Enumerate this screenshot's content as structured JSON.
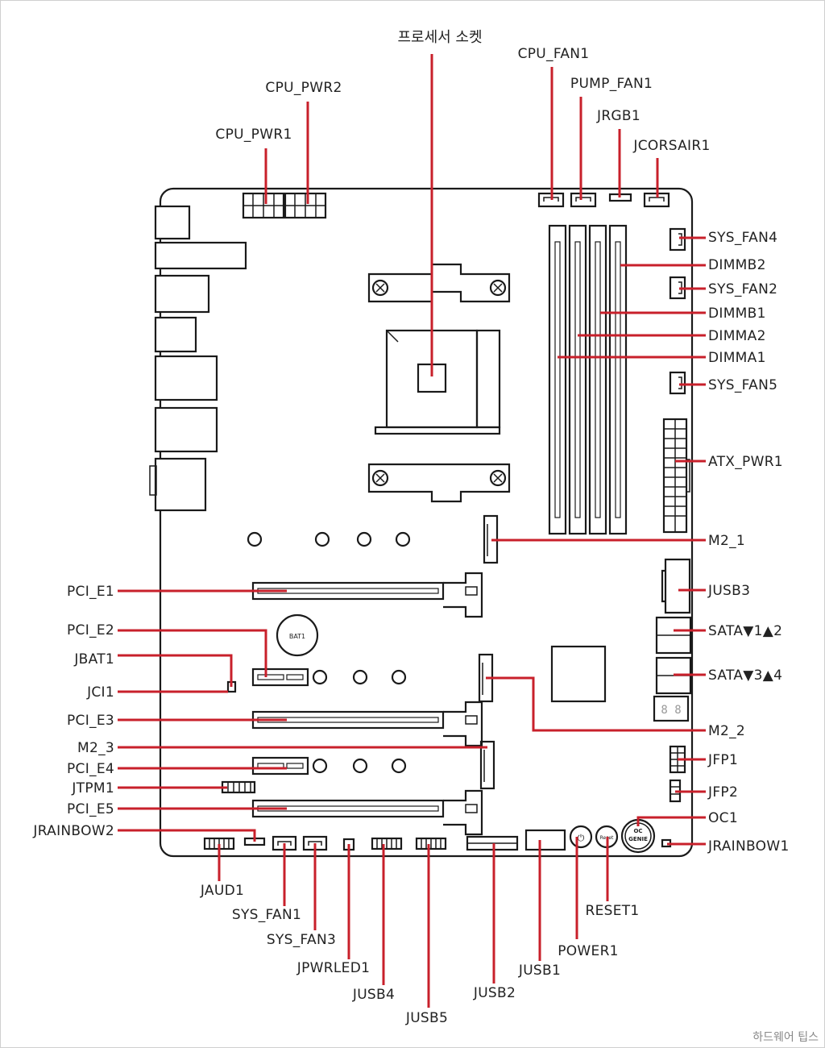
{
  "labels": {
    "cpu_socket": "프로세서 소켓",
    "cpu_fan1": "CPU_FAN1",
    "pump_fan1": "PUMP_FAN1",
    "cpu_pwr2": "CPU_PWR2",
    "cpu_pwr1": "CPU_PWR1",
    "jrgb1": "JRGB1",
    "jcorsair1": "JCORSAIR1",
    "sys_fan4": "SYS_FAN4",
    "dimmb2": "DIMMB2",
    "sys_fan2": "SYS_FAN2",
    "dimmb1": "DIMMB1",
    "dimma2": "DIMMA2",
    "dimma1": "DIMMA1",
    "sys_fan5": "SYS_FAN5",
    "atx_pwr1": "ATX_PWR1",
    "m2_1": "M2_1",
    "jusb3": "JUSB3",
    "sata12": "SATA▼1▲2",
    "sata34": "SATA▼3▲4",
    "m2_2": "M2_2",
    "jfp1": "JFP1",
    "jfp2": "JFP2",
    "oc1": "OC1",
    "jrainbow1": "JRAINBOW1",
    "pci_e1": "PCI_E1",
    "pci_e2": "PCI_E2",
    "jbat1": "JBAT1",
    "jci1": "JCI1",
    "pci_e3": "PCI_E3",
    "m2_3": "M2_3",
    "pci_e4": "PCI_E4",
    "jtpm1": "JTPM1",
    "pci_e5": "PCI_E5",
    "jrainbow2": "JRAINBOW2",
    "jaud1": "JAUD1",
    "sys_fan1": "SYS_FAN1",
    "sys_fan3": "SYS_FAN3",
    "jpwrled1": "JPWRLED1",
    "jusb4": "JUSB4",
    "jusb5": "JUSB5",
    "jusb2": "JUSB2",
    "jusb1": "JUSB1",
    "power1": "POWER1",
    "reset1": "RESET1"
  },
  "board_text": {
    "battery": "BAT1",
    "oc_genie_top": "OC",
    "oc_genie_bottom": "GENIE",
    "power_btn": "⏻",
    "reset_btn": "Reset",
    "debug_display": "8 8"
  },
  "watermark": "하드웨어 팁스",
  "colors": {
    "leader": "#c8202b",
    "board_line": "#1a1a1a",
    "text": "#222222"
  }
}
